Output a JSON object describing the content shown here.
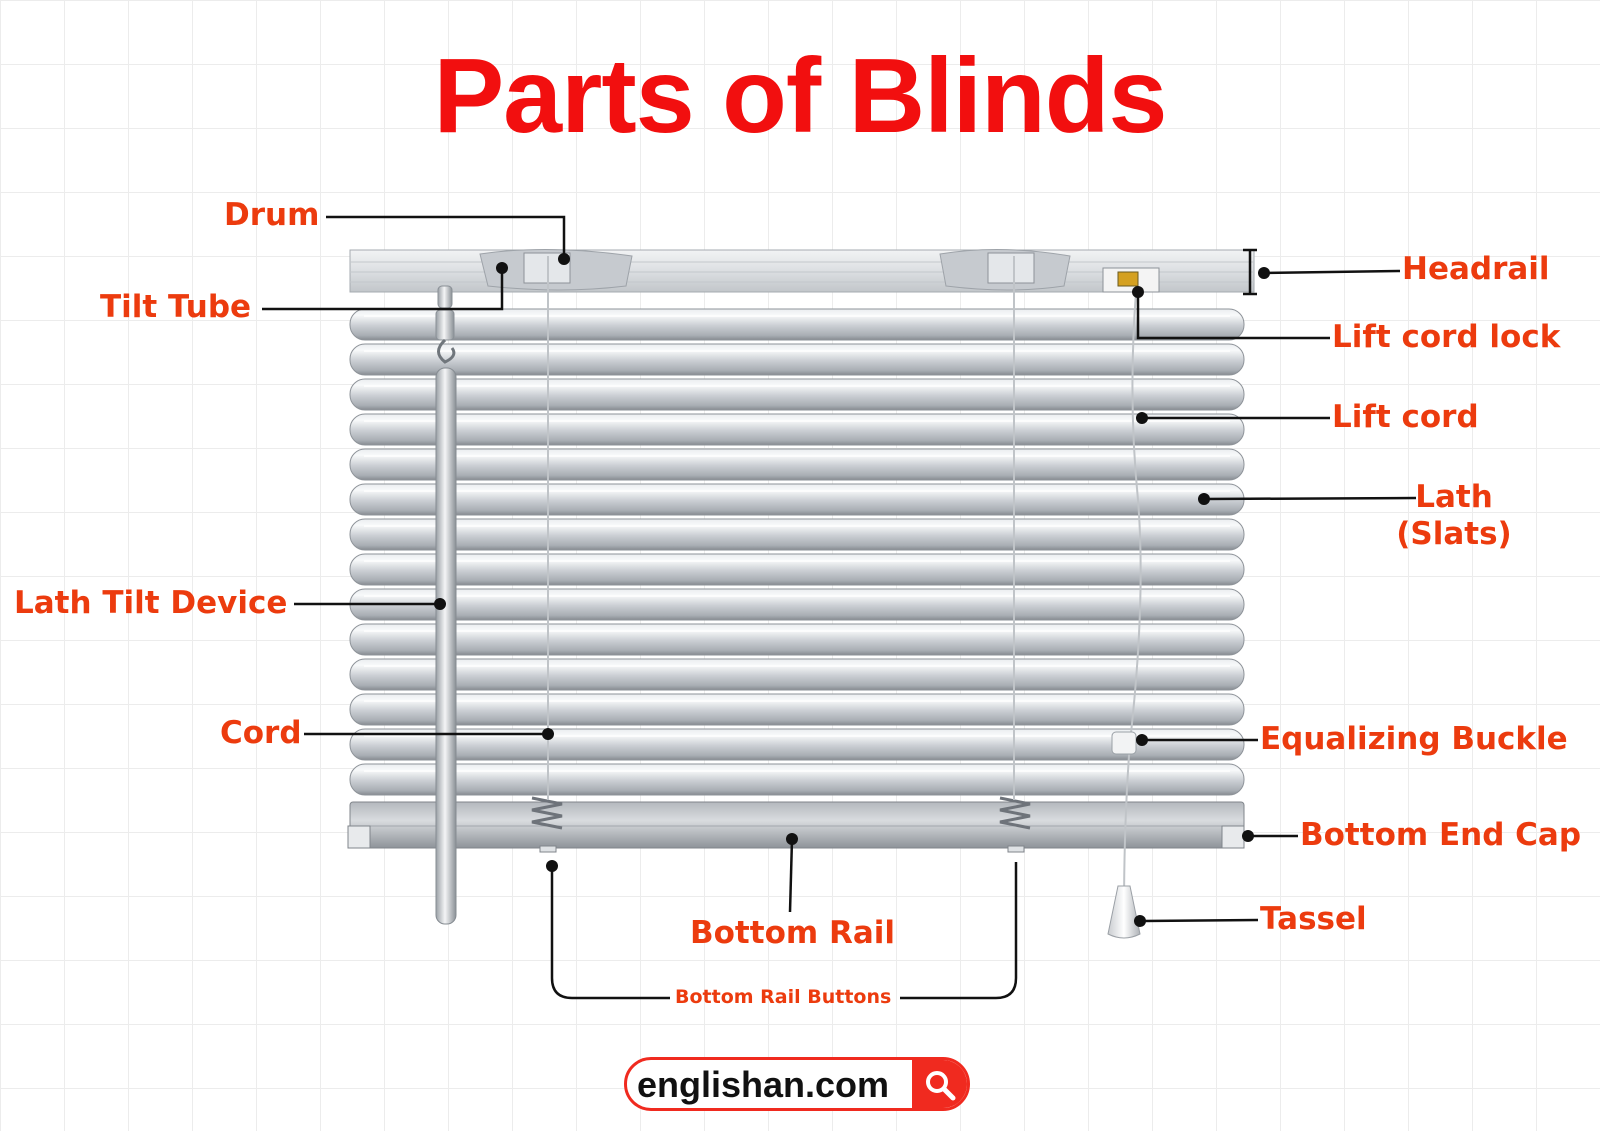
{
  "title": "Parts of Blinds",
  "labels": {
    "drum": "Drum",
    "tilt_tube": "Tilt Tube",
    "lath_tilt_device": "Lath Tilt Device",
    "cord": "Cord",
    "headrail": "Headrail",
    "lift_cord_lock": "Lift cord lock",
    "lift_cord": "Lift cord",
    "lath_line1": "Lath",
    "lath_line2": "(Slats)",
    "equalizing_buckle": "Equalizing Buckle",
    "bottom_end_cap": "Bottom End Cap",
    "tassel": "Tassel",
    "bottom_rail": "Bottom Rail",
    "bottom_rail_buttons": "Bottom Rail Buttons"
  },
  "brand": {
    "site": "englishan.com",
    "icon": "search-icon"
  },
  "colors": {
    "title": "#f20f0f",
    "label": "#ec3b0e",
    "leader": "#111111",
    "brand_accent": "#f02a1f"
  }
}
